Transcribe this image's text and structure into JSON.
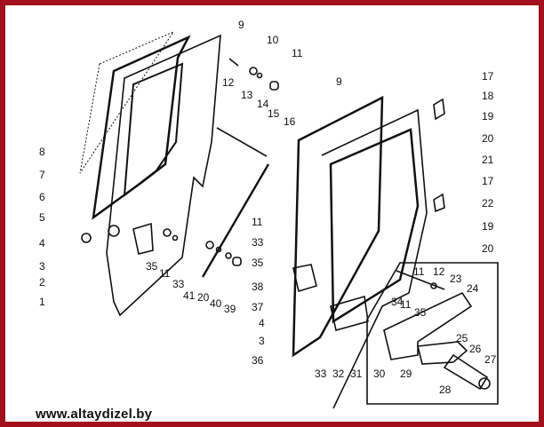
{
  "watermark": "www.altaydizel.by",
  "footer": {
    "website": "www.altaydizel.by"
  },
  "colors": {
    "frame": "#a3101c",
    "line": "#111111"
  },
  "labels": [
    "9",
    "10",
    "11",
    "12",
    "13",
    "14",
    "15",
    "16",
    "8",
    "7",
    "6",
    "5",
    "4",
    "3",
    "2",
    "1",
    "35",
    "11",
    "33",
    "41",
    "20",
    "40",
    "39",
    "9",
    "17",
    "18",
    "19",
    "20",
    "21",
    "17",
    "22",
    "19",
    "20",
    "11",
    "33",
    "35",
    "38",
    "37",
    "4",
    "3",
    "36",
    "33",
    "32",
    "31",
    "30",
    "29",
    "28",
    "25",
    "26",
    "27",
    "34",
    "11",
    "12",
    "23",
    "24",
    "11",
    "35"
  ]
}
